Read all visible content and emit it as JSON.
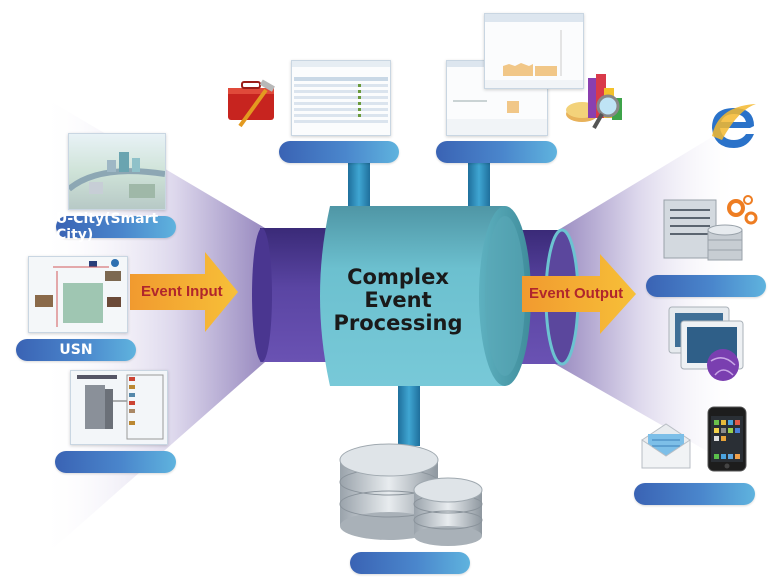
{
  "diagram": {
    "title": "Complex Event Processing",
    "title_lines": [
      "Complex Event",
      "Processing"
    ],
    "event_input": {
      "label": "Event Input"
    },
    "event_output": {
      "label": "Event Output"
    },
    "inputs": [
      {
        "label": "U-City(Smart City)",
        "icon": "smart-city-illustration"
      },
      {
        "label": "USN",
        "icon": "sensor-network-map"
      },
      {
        "label": "",
        "icon": "building-monitoring-diagram"
      }
    ],
    "top_modules": [
      {
        "label": "",
        "icon": "toolbox-and-table-screen"
      },
      {
        "label": "",
        "icon": "charts-dashboard-and-analytics"
      }
    ],
    "bottom_module": {
      "label": "",
      "icon": "database-stacks"
    },
    "outputs": [
      {
        "label": "",
        "icon": "web-browser-and-server"
      },
      {
        "label": "",
        "icon": "desktop-monitors-globe"
      },
      {
        "label": "",
        "icon": "email-and-mobile-phone"
      }
    ],
    "colors": {
      "pill_blue": "#3f6fbe",
      "pipe_purple": "#4f3a93",
      "cylinder_teal": "#6cc3d1",
      "arrow_orange": "#f3a433",
      "arrow_text": "#b0262c",
      "connector_blue": "#2f8fbf"
    }
  }
}
